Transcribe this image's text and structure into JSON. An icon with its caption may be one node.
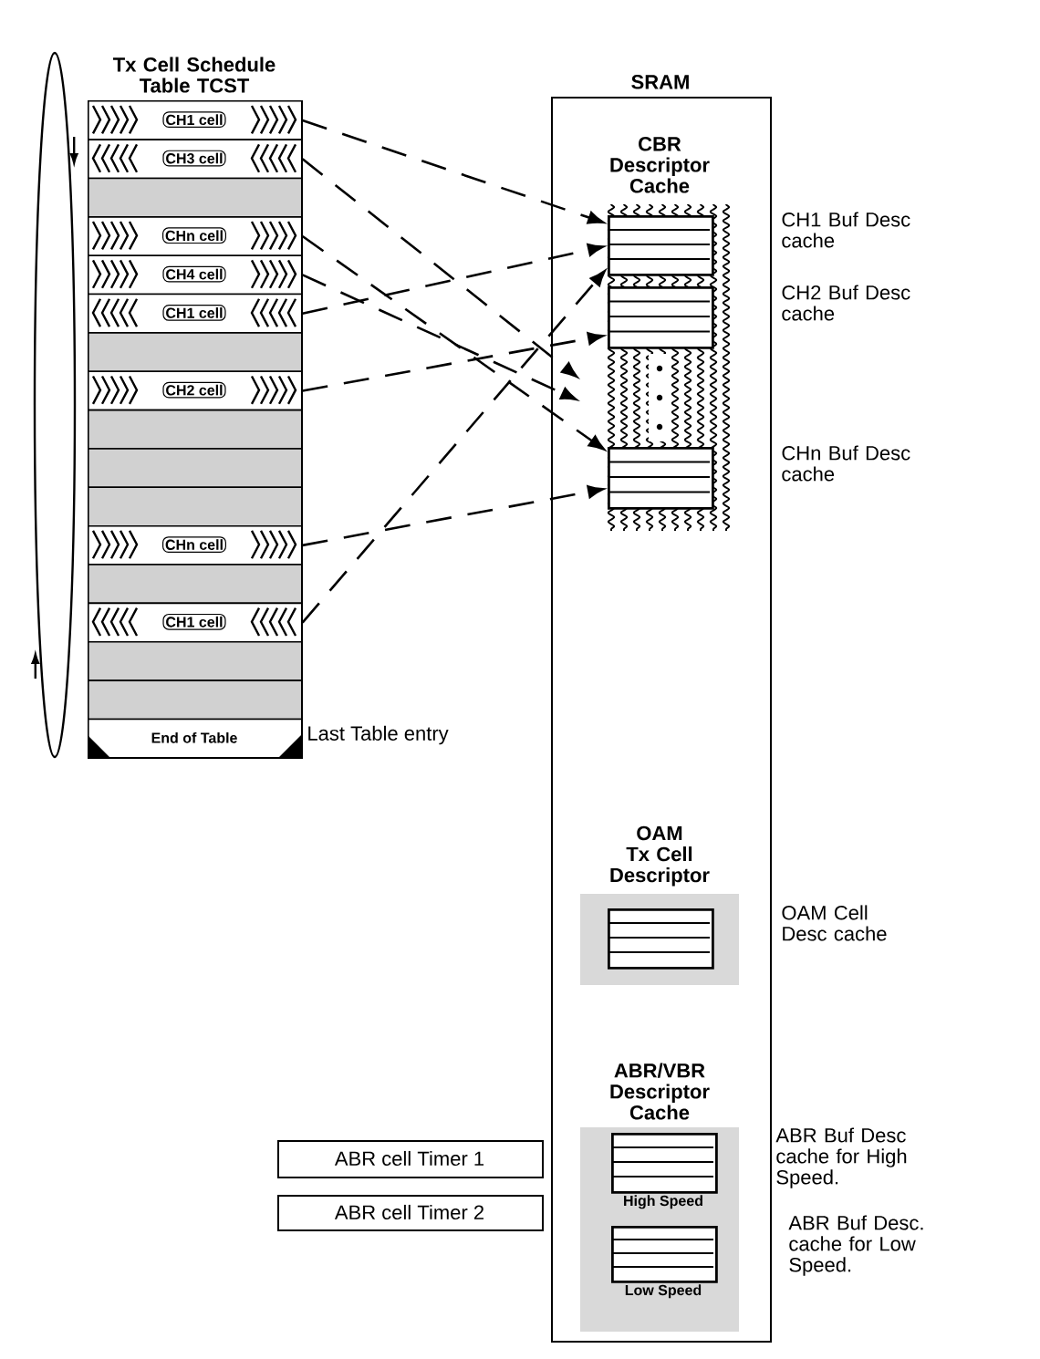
{
  "diagram": {
    "nodes": [
      {
        "text": [
          "Tx Cell Schedule Table TCST"
        ]
      },
      {
        "text": [
          "CH1 cell"
        ],
        "in": 0
      },
      {
        "text": [
          "CH3 cell"
        ],
        "in": 0
      },
      {
        "text": [],
        "shape": "box",
        "in": 0
      },
      {
        "text": [
          "CHn cell"
        ],
        "in": 0
      },
      {
        "text": [
          "CH4 cell"
        ],
        "in": 0
      },
      {
        "text": [
          "CH1 cell"
        ],
        "in": 0
      },
      {
        "text": [],
        "shape": "box",
        "in": 0
      },
      {
        "text": [
          "CH2 cell"
        ],
        "in": 0
      },
      {
        "text": [],
        "shape": "box",
        "in": 0
      },
      {
        "text": [],
        "shape": "box",
        "in": 0
      },
      {
        "text": [],
        "shape": "box",
        "in": 0
      },
      {
        "text": [
          "CHn cell"
        ],
        "in": 0
      },
      {
        "text": [],
        "shape": "box",
        "in": 0
      },
      {
        "text": [
          "CH1 cell"
        ],
        "in": 0
      },
      {
        "text": [],
        "shape": "box",
        "in": 0
      },
      {
        "text": [],
        "shape": "box",
        "in": 0
      },
      {
        "text": [
          "End of Table"
        ],
        "in": 0,
        "beside": [
          "Last Table entry"
        ]
      },
      {
        "text": [
          "SRAM"
        ]
      },
      {
        "text": [
          "CBR Descriptor Cache"
        ],
        "in": 18
      },
      {
        "text": [],
        "shape": "box",
        "in": 19,
        "beside": [
          "CH1 Buf Desc cache"
        ]
      },
      {
        "text": [],
        "shape": "box",
        "in": 19,
        "beside": [
          "CH2 Buf Desc cache"
        ]
      },
      {
        "text": [],
        "shape": "box",
        "in": 19,
        "beside": [
          "CHn Buf Desc cache"
        ]
      },
      {
        "text": [
          "OAM Tx Cell Descriptor"
        ],
        "in": 18
      },
      {
        "text": [],
        "shape": "box",
        "in": 23,
        "beside": [
          "OAM Cell Desc cache"
        ]
      },
      {
        "text": [
          "ABR/VBR Descriptor Cache"
        ],
        "in": 18
      },
      {
        "text": [
          "High Speed"
        ],
        "in": 25,
        "beside": [
          "ABR Buf Desc cache for High Speed."
        ]
      },
      {
        "text": [
          "Low Speed"
        ],
        "in": 25,
        "beside": [
          "ABR Buf Desc. cache for Low Speed."
        ]
      },
      {
        "text": [
          "ABR cell Timer 1"
        ]
      },
      {
        "text": [
          "ABR cell Timer 2"
        ]
      }
    ],
    "edges": [
      {
        "from": 1,
        "to": 20,
        "arrow": "to",
        "style": "dashed"
      },
      {
        "from": 2,
        "to": 19,
        "arrow": "to",
        "style": "dashed"
      },
      {
        "from": 4,
        "to": 22,
        "arrow": "to",
        "style": "dashed"
      },
      {
        "from": 5,
        "to": 19,
        "arrow": "to",
        "style": "dashed"
      },
      {
        "from": 6,
        "to": 20,
        "arrow": "to",
        "style": "dashed"
      },
      {
        "from": 8,
        "to": 21,
        "arrow": "to",
        "style": "dashed"
      },
      {
        "from": 12,
        "to": 22,
        "arrow": "to",
        "style": "dashed"
      },
      {
        "from": 14,
        "to": 20,
        "arrow": "to",
        "style": "dashed"
      }
    ]
  }
}
